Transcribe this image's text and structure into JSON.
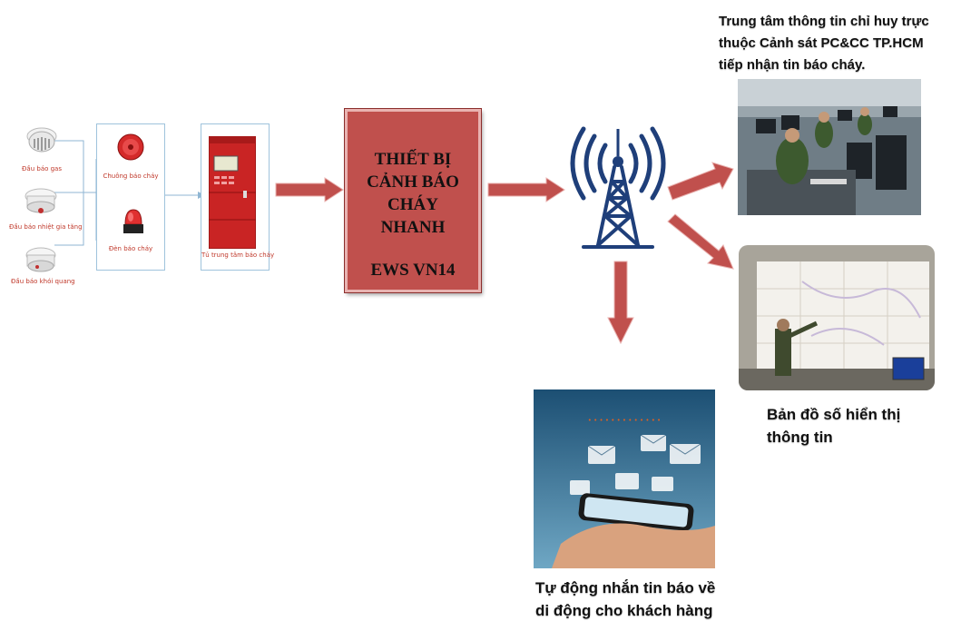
{
  "detectors": {
    "gas_label": "Đầu báo gas",
    "heat_label": "Đầu báo nhiệt gia tăng",
    "smoke_label": "Đầu báo khói quang"
  },
  "alarms": {
    "bell_label": "Chuông báo cháy",
    "light_label": "Đèn báo cháy"
  },
  "panel": {
    "label": "Tủ trung tâm báo cháy"
  },
  "ews": {
    "line1": "THIẾT BỊ",
    "line2": "CẢNH BÁO",
    "line3": "CHÁY",
    "line4": "NHANH",
    "model": "EWS VN14"
  },
  "command_center": {
    "caption_line1": "Trung tâm thông tin chỉ huy trực",
    "caption_line2": "thuộc Cảnh sát PC&CC TP.HCM",
    "caption_line3": "tiếp nhận tin báo cháy."
  },
  "digital_map": {
    "caption_line1": "Bản đồ số hiển thị",
    "caption_line2": "thông tin"
  },
  "sms": {
    "caption_line1": "Tự động nhắn tin báo về",
    "caption_line2": "di động cho khách hàng"
  },
  "colors": {
    "arrow": "#c0504d",
    "box": "#c0504d",
    "tower": "#1f3f7a"
  }
}
